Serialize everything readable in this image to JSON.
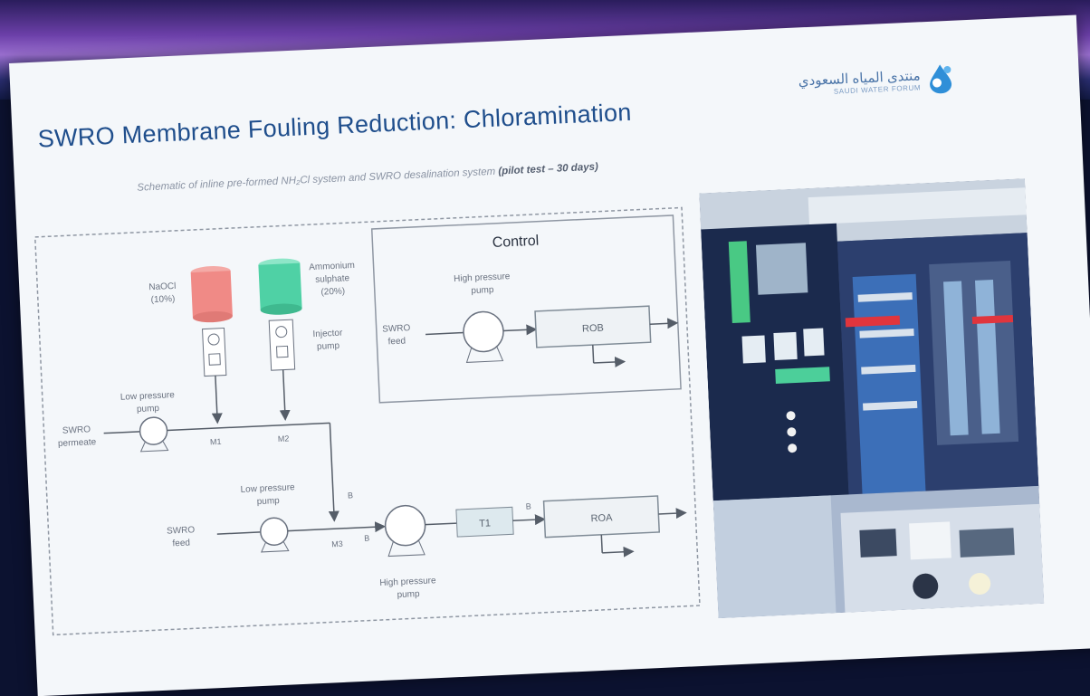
{
  "slide": {
    "title": "SWRO Membrane Fouling Reduction: Chloramination",
    "caption_main": "Schematic of inline pre-formed NH₂Cl system and SWRO desalination system",
    "caption_emph": "(pilot test – 30 days)"
  },
  "logo": {
    "arabic": "منتدى المياه السعودي",
    "english": "SAUDI WATER FORUM"
  },
  "diagram": {
    "control_label": "Control",
    "naocl_label": "NaOCl",
    "naocl_pct": "(10%)",
    "ammonium_label": "Ammonium",
    "ammonium_label2": "sulphate",
    "ammonium_pct": "(20%)",
    "injector_pump": "Injector",
    "injector_pump2": "pump",
    "lp_pump_1": "Low pressure",
    "lp_pump_1b": "pump",
    "lp_pump_2": "Low pressure",
    "lp_pump_2b": "pump",
    "hp_pump_control": "High pressure",
    "hp_pump_controlb": "pump",
    "hp_pump_main": "High pressure",
    "hp_pump_mainb": "pump",
    "swro_permeate": "SWRO",
    "swro_permeate2": "permeate",
    "swro_feed_main": "SWRO",
    "swro_feed_main2": "feed",
    "swro_feed_control": "SWRO",
    "swro_feed_control2": "feed",
    "roa_label": "ROA",
    "rob_label": "ROB",
    "t1_label": "T1",
    "m1": "M1",
    "m2": "M2",
    "m3": "M3",
    "mark1": "B",
    "mark2": "B",
    "mark3": "B"
  },
  "colors": {
    "naocl_tank": "#f08a86",
    "ammonium_tank": "#4fd1a5",
    "title": "#1f4e8c",
    "line": "#555d68"
  }
}
